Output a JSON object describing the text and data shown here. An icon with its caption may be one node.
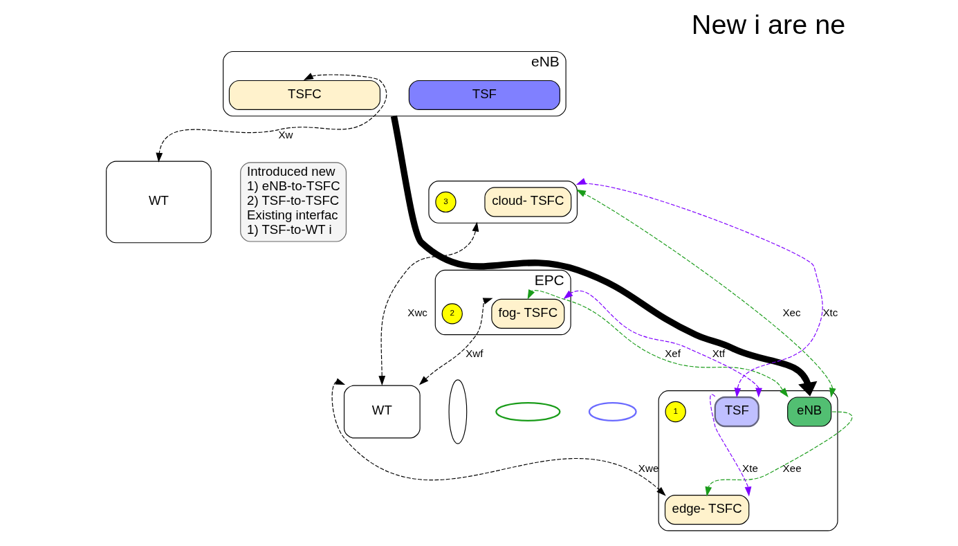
{
  "diagram": {
    "title": "New i are ne",
    "nodes": [
      {
        "text": [
          "eNB"
        ]
      },
      {
        "text": [
          "TSFC"
        ],
        "in": 0
      },
      {
        "text": [
          "TSF"
        ],
        "in": 0
      },
      {
        "text": [
          "WT"
        ]
      },
      {
        "text": [],
        "shape": "box"
      },
      {
        "text": [
          "cloud- TSFC"
        ],
        "in": 4
      },
      {
        "text": [
          "3"
        ],
        "in": 4
      },
      {
        "text": [
          "Introduced new",
          "1) eNB-to-TSFC",
          "2) TSF-to-TSFC",
          "Existing interfac",
          "1) TSF-to-WT i"
        ]
      },
      {
        "text": [
          "EPC"
        ]
      },
      {
        "text": [
          "fog- TSFC"
        ],
        "in": 8
      },
      {
        "text": [
          "2"
        ],
        "in": 8
      },
      {
        "text": [],
        "shape": "box"
      },
      {
        "text": [
          "eNB"
        ],
        "in": 11
      },
      {
        "text": [
          "TSF"
        ],
        "in": 11
      },
      {
        "text": [
          "edge- TSFC"
        ],
        "in": 11
      },
      {
        "text": [
          "1"
        ],
        "in": 11
      },
      {
        "text": [
          "WT"
        ]
      },
      {
        "text": [],
        "shape": "ellipse"
      },
      {
        "text": [],
        "shape": "ellipse"
      },
      {
        "text": [],
        "shape": "ellipse"
      }
    ],
    "edges": [
      {
        "from": 1,
        "to": 3,
        "arrow": "both",
        "label": "Xw",
        "style": "dashed"
      },
      {
        "from": 0,
        "to": 11,
        "arrow": "to",
        "style": "thick"
      },
      {
        "from": 12,
        "to": 4,
        "arrow": "both",
        "label": "Xec",
        "style": "dashed",
        "color": "#1a9c1a"
      },
      {
        "from": 13,
        "to": 4,
        "arrow": "both",
        "label": "Xtc",
        "style": "dashed",
        "color": "#7f00ff"
      },
      {
        "from": 12,
        "to": 9,
        "arrow": "both",
        "label": "Xef",
        "style": "dashed",
        "color": "#1a9c1a"
      },
      {
        "from": 13,
        "to": 9,
        "arrow": "both",
        "label": "Xtf",
        "style": "dashed",
        "color": "#7f00ff"
      },
      {
        "from": 12,
        "to": 14,
        "arrow": "to",
        "label": "Xee",
        "style": "dashed",
        "color": "#1a9c1a"
      },
      {
        "from": 13,
        "to": 14,
        "arrow": "to",
        "label": "Xte",
        "style": "dashed",
        "color": "#7f00ff"
      },
      {
        "from": 16,
        "to": 4,
        "arrow": "both",
        "label": "Xwc",
        "style": "dashed"
      },
      {
        "from": 16,
        "to": 9,
        "arrow": "both",
        "label": "Xwf",
        "style": "dashed"
      },
      {
        "from": 16,
        "to": 14,
        "arrow": "both",
        "label": "Xwe",
        "style": "dashed"
      }
    ]
  }
}
